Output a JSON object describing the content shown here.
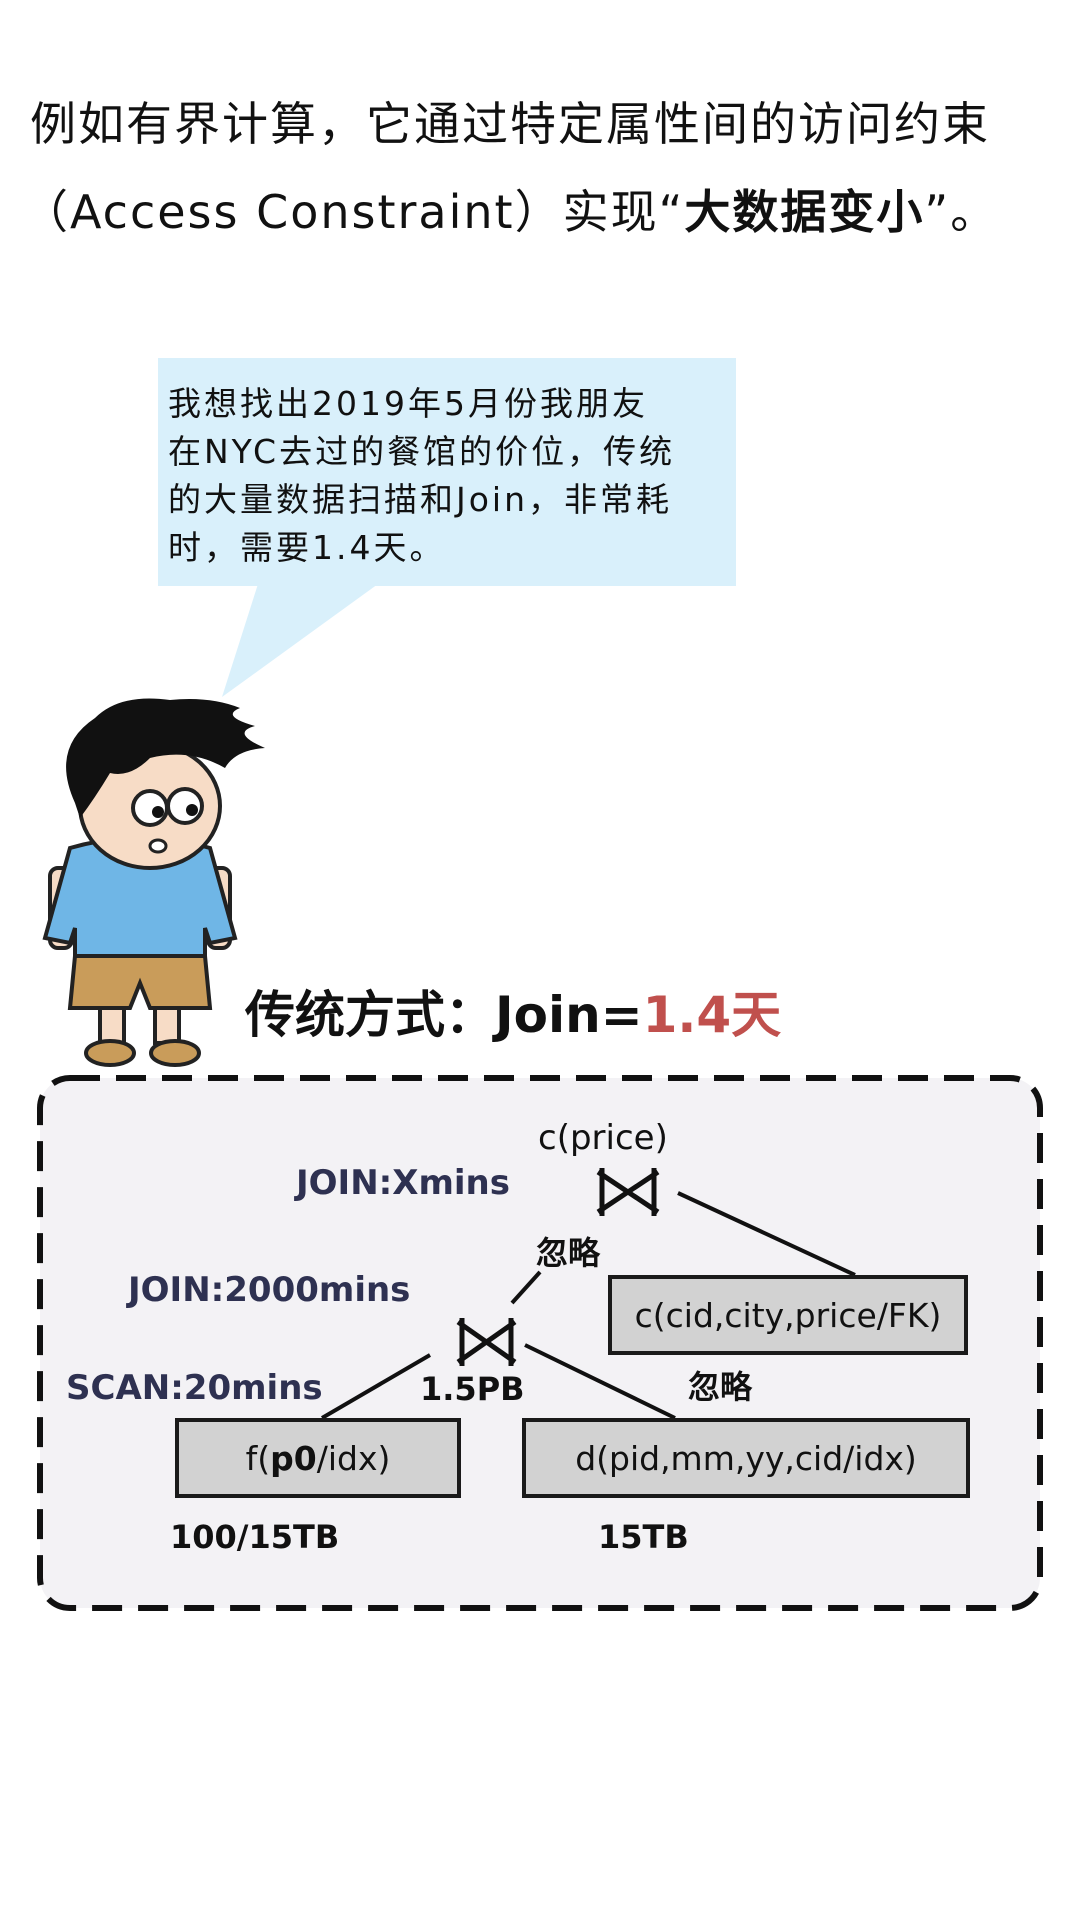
{
  "intro": {
    "line1": "例如有界计算，它通过特定属性间的访问约束",
    "line2_prefix": "（Access Constraint）实现“",
    "line2_bold": "大数据变小",
    "line2_suffix": "”。"
  },
  "bubble": {
    "lines": [
      "我想找出2019年5月份我朋友",
      "在NYC去过的餐馆的价位，传统",
      "的大量数据扫描和Join，非常耗",
      "时，需要1.4天。"
    ]
  },
  "heading": {
    "prefix": "传统方式：Join=",
    "highlight": "1.4天"
  },
  "diagram": {
    "top_label": "c(price)",
    "join_top_cost": "JOIN:Xmins",
    "ignore_1": "忽略",
    "join_mid_cost": "JOIN:2000mins",
    "scan_cost": "SCAN:20mins",
    "mid_size": "1.5PB",
    "ignore_2": "忽略",
    "node_c": "c(cid,city,price/FK)",
    "node_f_prefix": "f(",
    "node_f_bold": "p0",
    "node_f_suffix": "/idx)",
    "node_d": "d(pid,mm,yy,cid/idx)",
    "size_f": "100/15TB",
    "size_d": "15TB"
  },
  "colors": {
    "bubble_bg": "#d9f0fb",
    "panel_bg": "#f3f2f5",
    "node_bg": "#d2d2d2",
    "accent_red": "#c0504d",
    "navy_label": "#2e3151",
    "shirt": "#6fb6e6",
    "shorts": "#c99c5a"
  }
}
